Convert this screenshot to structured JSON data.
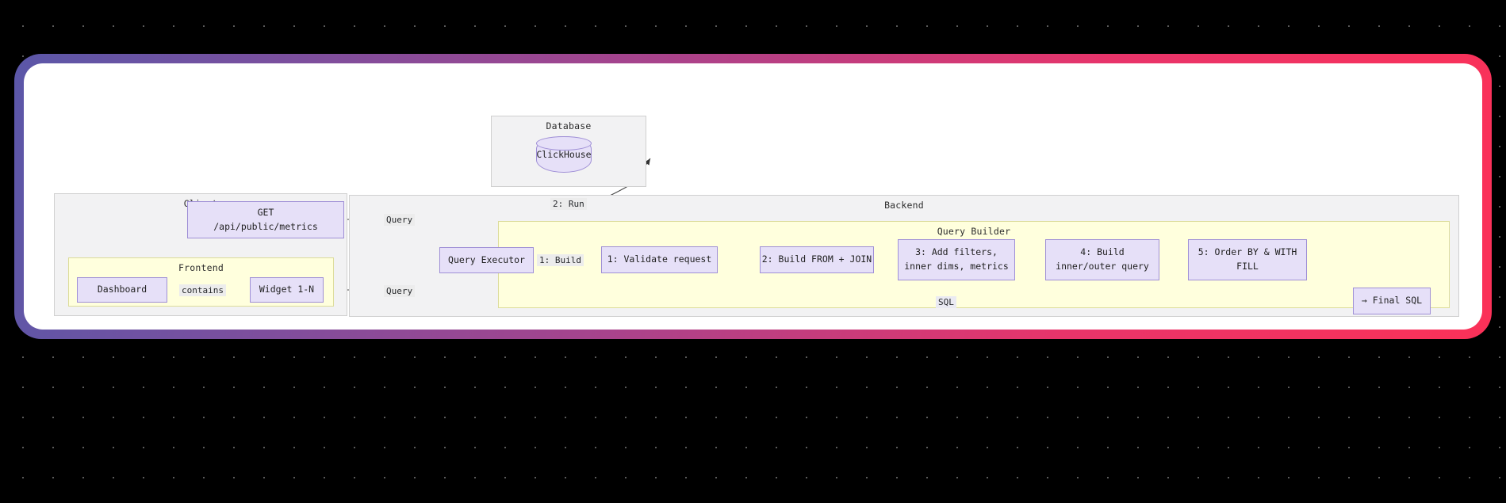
{
  "background": {
    "color": "#000000",
    "dot_color": "#5a5a5a"
  },
  "frame": {
    "gradient_from": "#5b57a8",
    "gradient_to": "#fb3158",
    "card_bg": "#ffffff"
  },
  "diagram": {
    "type": "flowchart",
    "clusters": [
      {
        "id": "client",
        "label": "Client"
      },
      {
        "id": "frontend",
        "label": "Frontend"
      },
      {
        "id": "database",
        "label": "Database"
      },
      {
        "id": "backend",
        "label": "Backend"
      },
      {
        "id": "query_builder",
        "label": "Query Builder"
      }
    ],
    "nodes": {
      "get_api": {
        "line1": "GET",
        "line2": "/api/public/metrics"
      },
      "dashboard": {
        "label": "Dashboard"
      },
      "widget": {
        "label": "Widget 1-N"
      },
      "clickhouse": {
        "label": "ClickHouse"
      },
      "query_executor": {
        "label": "Query Executor"
      },
      "step1": {
        "label": "1: Validate request"
      },
      "step2": {
        "label": "2: Build FROM + JOIN"
      },
      "step3": {
        "line1": "3: Add filters,",
        "line2": "inner dims, metrics"
      },
      "step4": {
        "line1": "4: Build",
        "line2": "inner/outer query"
      },
      "step5": {
        "line1": "5: Order BY & WITH",
        "line2": "FILL"
      },
      "final_sql": {
        "label": "→ Final SQL"
      }
    },
    "edge_labels": {
      "query_top": "Query",
      "query_bottom": "Query",
      "run": "2: Run",
      "build": "1: Build",
      "contains": "contains",
      "sql": "SQL"
    }
  }
}
